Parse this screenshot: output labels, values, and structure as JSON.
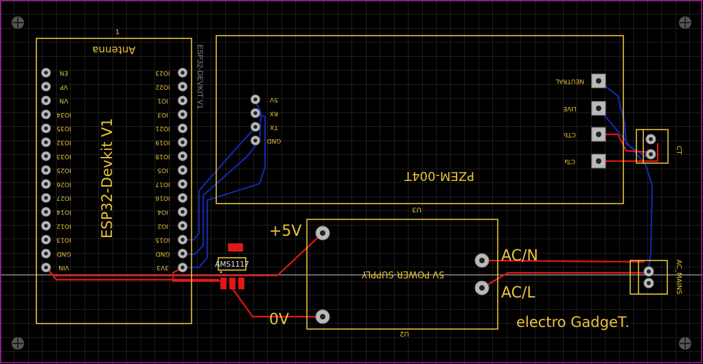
{
  "colors": {
    "background": "#000000",
    "grid": "#3a3a3a",
    "silkscreen": "#e8c33a",
    "top_trace": "#e01818",
    "bottom_trace": "#1428a8",
    "board_outline": "#a020a0",
    "component_text_faint": "#8a8a8a"
  },
  "esp32": {
    "module_label": "ESP32-Devkit V1",
    "ref": "ESP32-DEVKIT V1",
    "antenna_label": "Antenna",
    "pin1_marker": "1",
    "left_pins": [
      "EN",
      "VP",
      "VN",
      "IO34",
      "IO35",
      "IO32",
      "IO33",
      "IO25",
      "IO26",
      "IO27",
      "IO14",
      "IO12",
      "IO13",
      "GND",
      "VIN"
    ],
    "right_pins": [
      "IO23",
      "IO22",
      "IO1",
      "IO3",
      "IO21",
      "IO19",
      "IO18",
      "IO5",
      "IO17",
      "IO16",
      "IO4",
      "IO2",
      "IO15",
      "GND",
      "3V3"
    ]
  },
  "pzem": {
    "label": "PZEM-004T",
    "ref": "U3",
    "header_pins": [
      "5V",
      "RX",
      "TX",
      "GND"
    ],
    "terminals": [
      "NEUTRAL",
      "LIVE",
      "CTb",
      "CTa"
    ]
  },
  "power_supply": {
    "label": "5V POWER SUPPLY",
    "ref": "U2",
    "out_pos": "+5V",
    "out_neg": "0V",
    "in_n": "AC/N",
    "in_l": "AC/L"
  },
  "regulator": {
    "label": "AMS1117"
  },
  "connectors": {
    "ct": "CT",
    "ac_mains": "AC_MAINS"
  },
  "brand": "electro GadgeT."
}
